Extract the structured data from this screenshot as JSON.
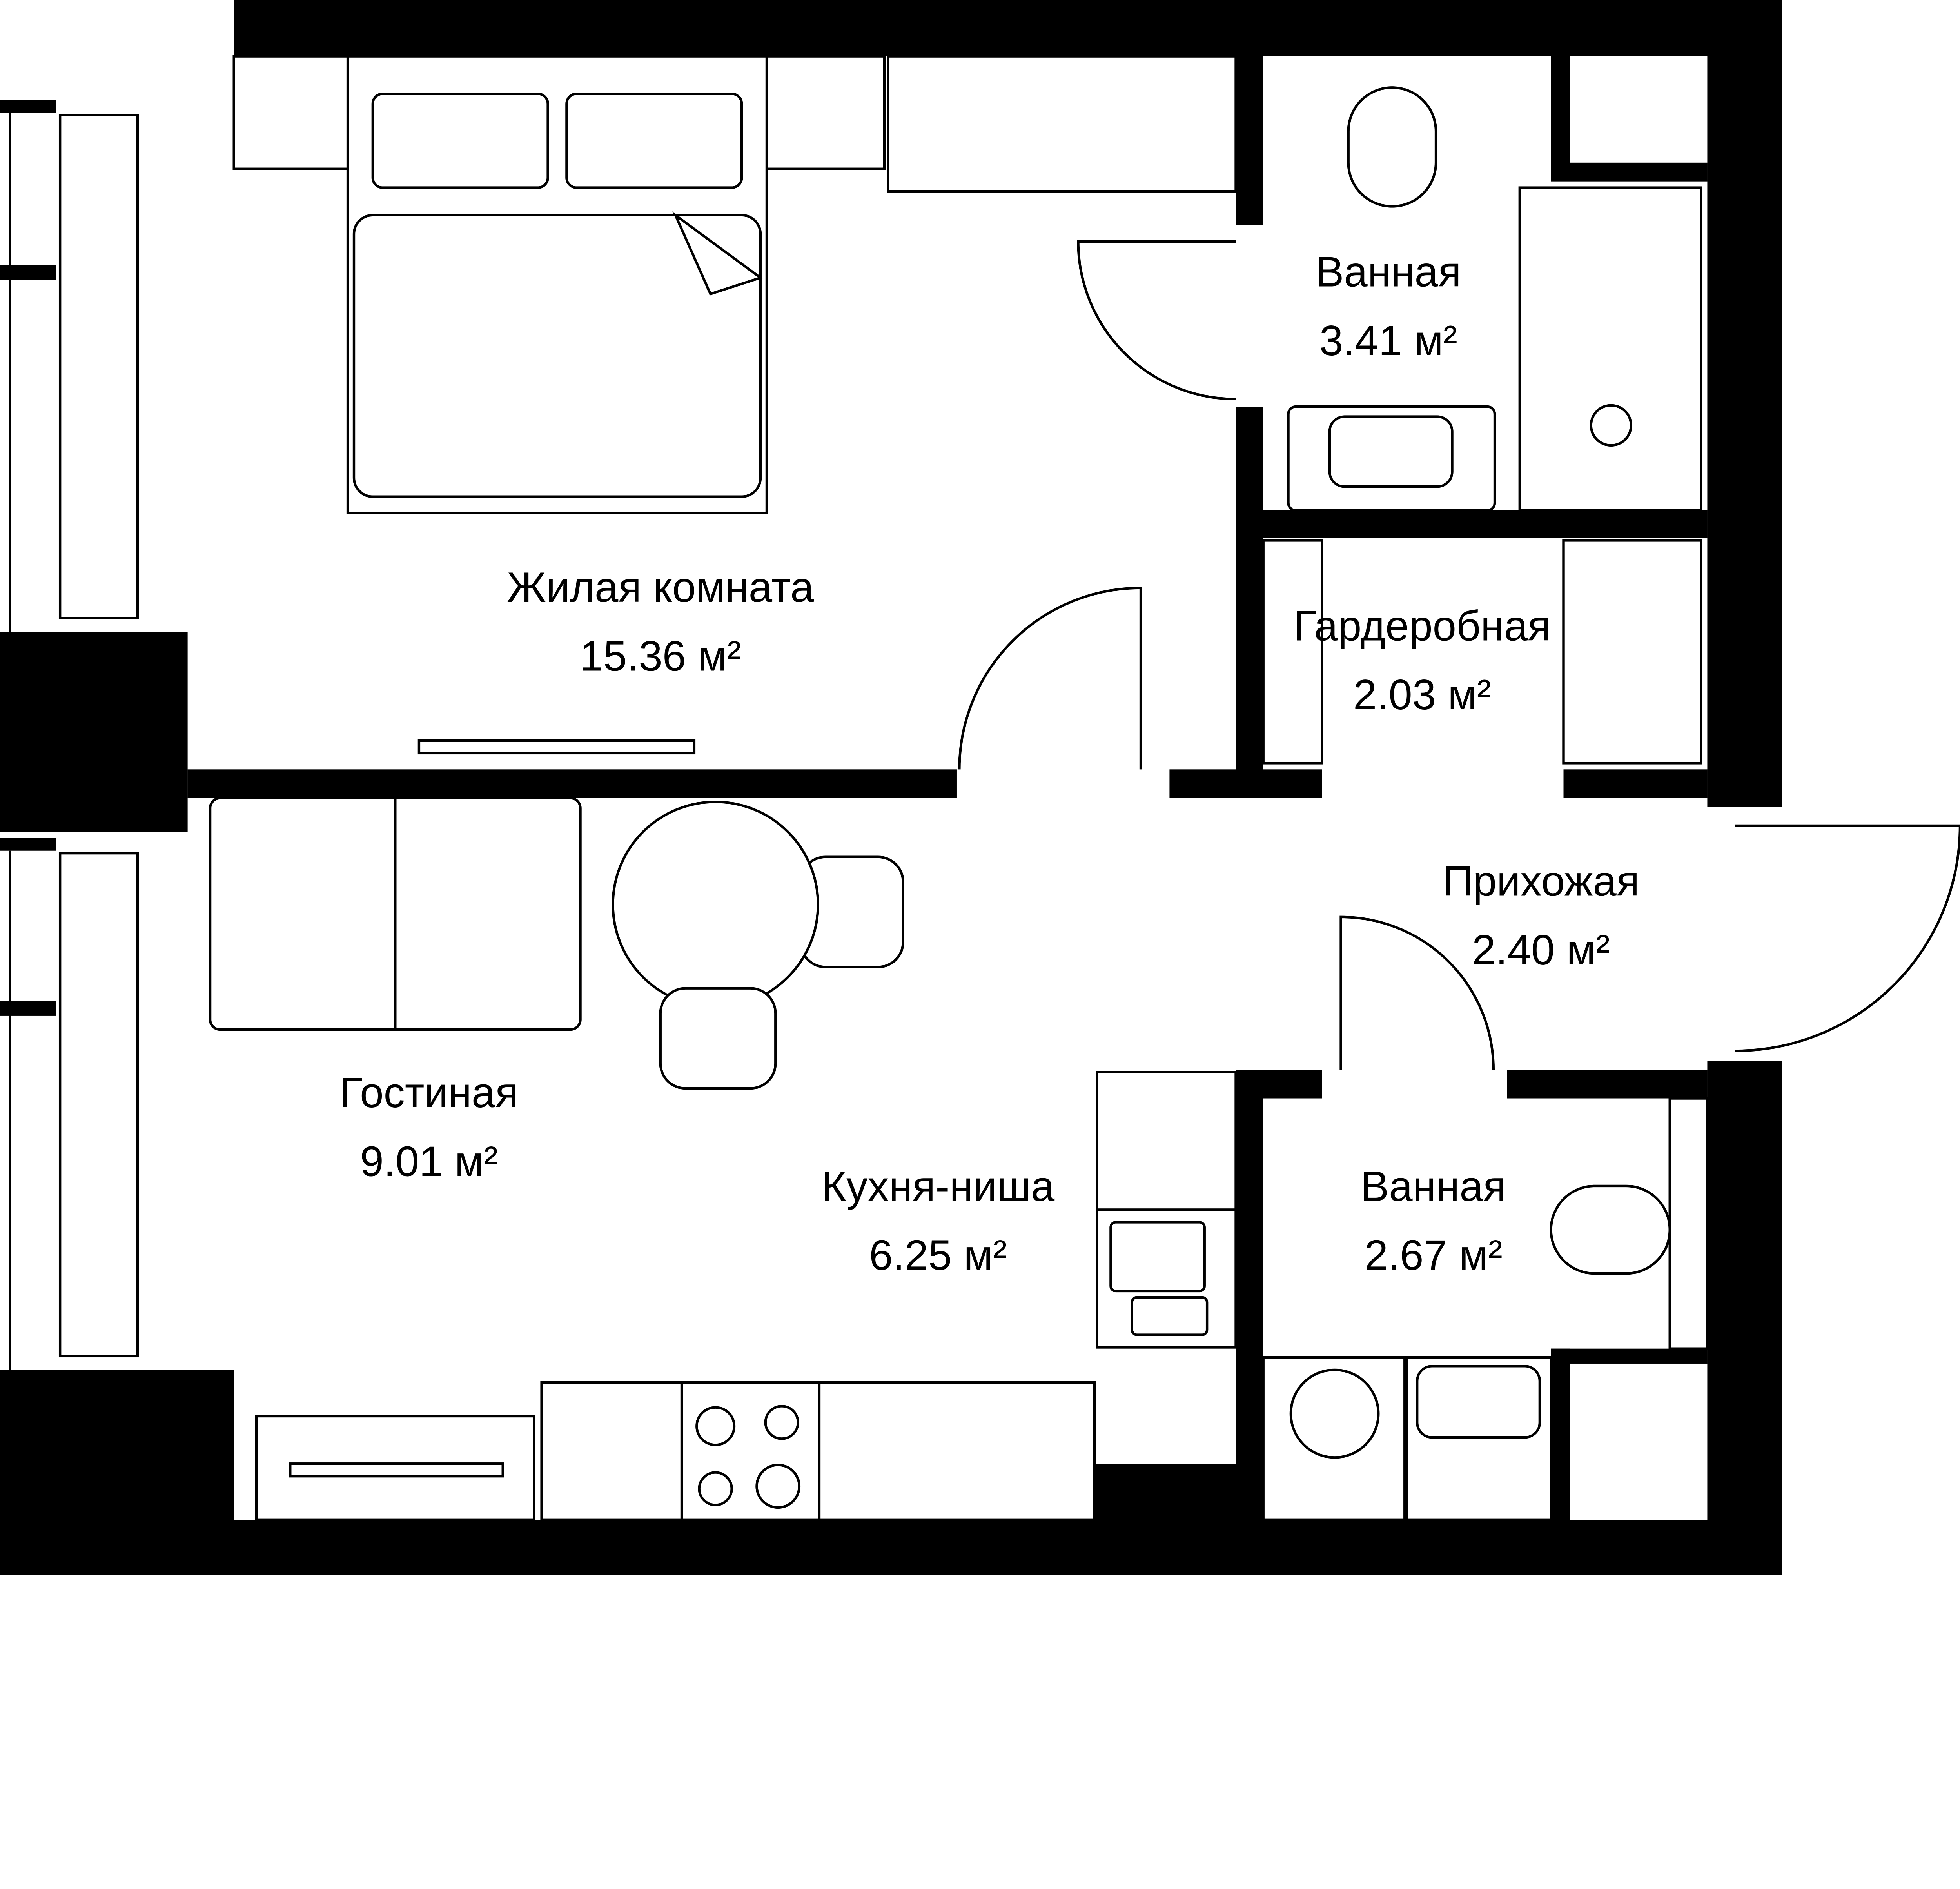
{
  "plan": {
    "wall_color": "#000000",
    "background_color": "#ffffff",
    "area_unit": "м²",
    "rooms": [
      {
        "name": "Жилая комната",
        "area": "15.36 м²"
      },
      {
        "name": "Ванная",
        "area": "3.41 м²"
      },
      {
        "name": "Гардеробная",
        "area": "2.03 м²"
      },
      {
        "name": "Прихожая",
        "area": "2.40 м²"
      },
      {
        "name": "Гостиная",
        "area": "9.01 м²"
      },
      {
        "name": "Кухня-ниша",
        "area": "6.25 м²"
      },
      {
        "name": "Ванная",
        "area": "2.67 м²"
      }
    ]
  }
}
